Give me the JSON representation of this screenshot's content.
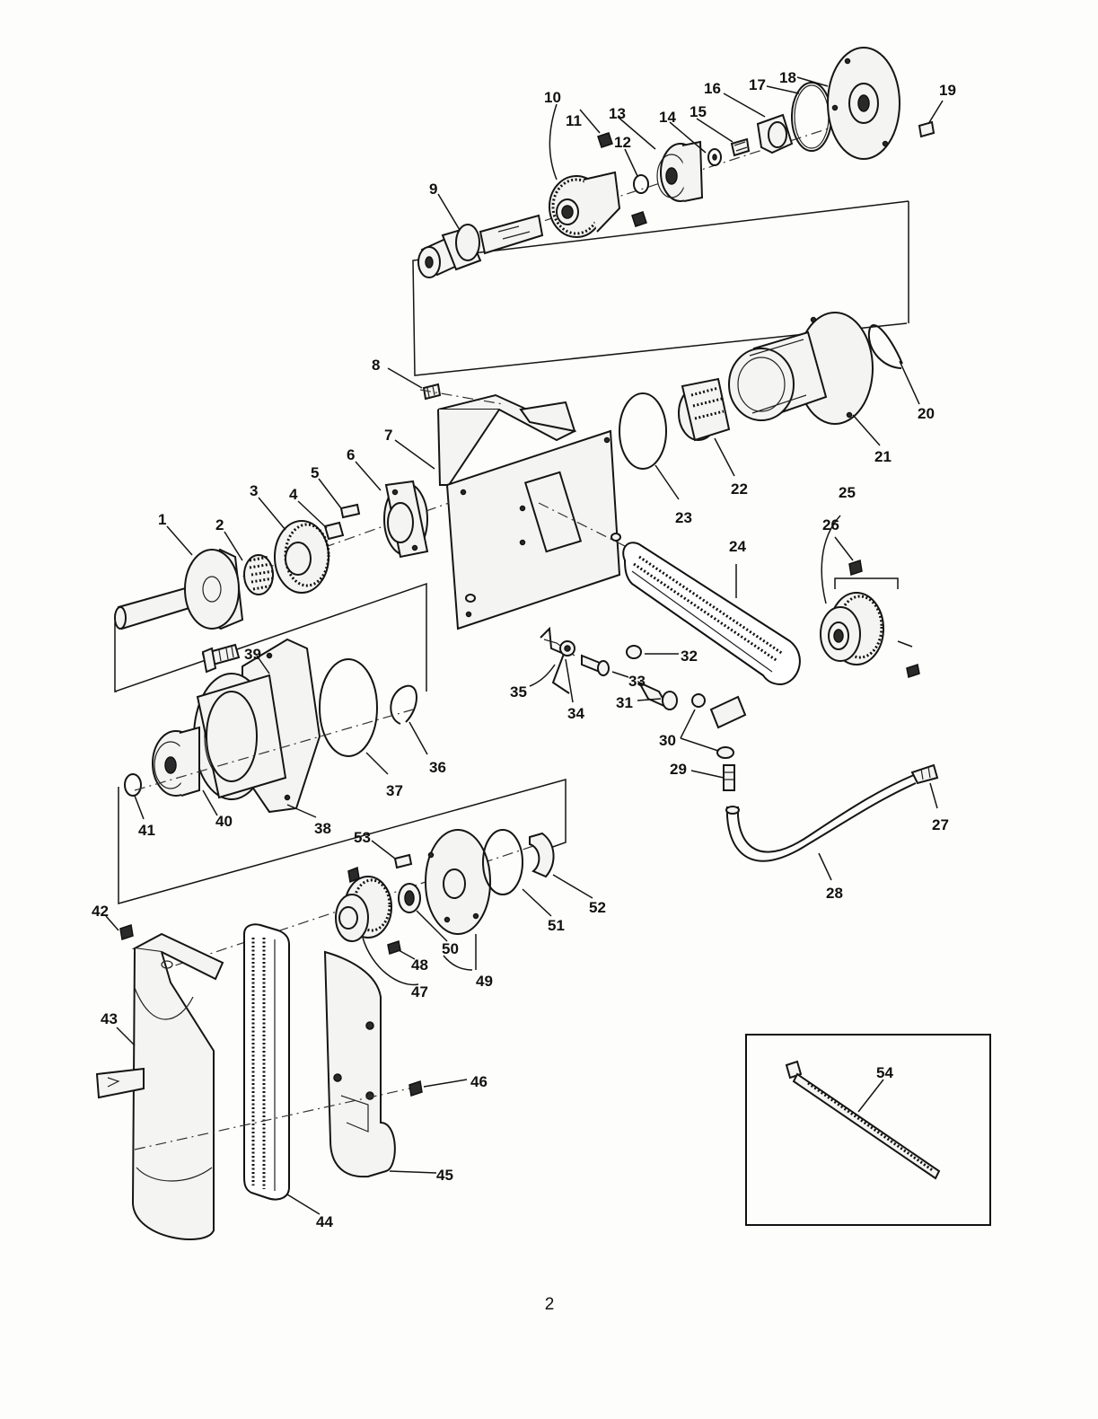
{
  "page_number": "2",
  "callouts": {
    "c1": "1",
    "c2": "2",
    "c3": "3",
    "c4": "4",
    "c5": "5",
    "c6": "6",
    "c7": "7",
    "c8": "8",
    "c9": "9",
    "c10": "10",
    "c11": "11",
    "c12": "12",
    "c13": "13",
    "c14": "14",
    "c15": "15",
    "c16": "16",
    "c17": "17",
    "c18": "18",
    "c19": "19",
    "c20": "20",
    "c21": "21",
    "c22": "22",
    "c23": "23",
    "c24": "24",
    "c25": "25",
    "c26": "26",
    "c27": "27",
    "c28": "28",
    "c29": "29",
    "c30": "30",
    "c31": "31",
    "c32": "32",
    "c33": "33",
    "c34": "34",
    "c35": "35",
    "c36": "36",
    "c37": "37",
    "c38": "38",
    "c39": "39",
    "c40": "40",
    "c41": "41",
    "c42": "42",
    "c43": "43",
    "c44": "44",
    "c45": "45",
    "c46": "46",
    "c47": "47",
    "c48": "48",
    "c49": "49",
    "c50": "50",
    "c51": "51",
    "c52": "52",
    "c53": "53",
    "c54": "54"
  }
}
